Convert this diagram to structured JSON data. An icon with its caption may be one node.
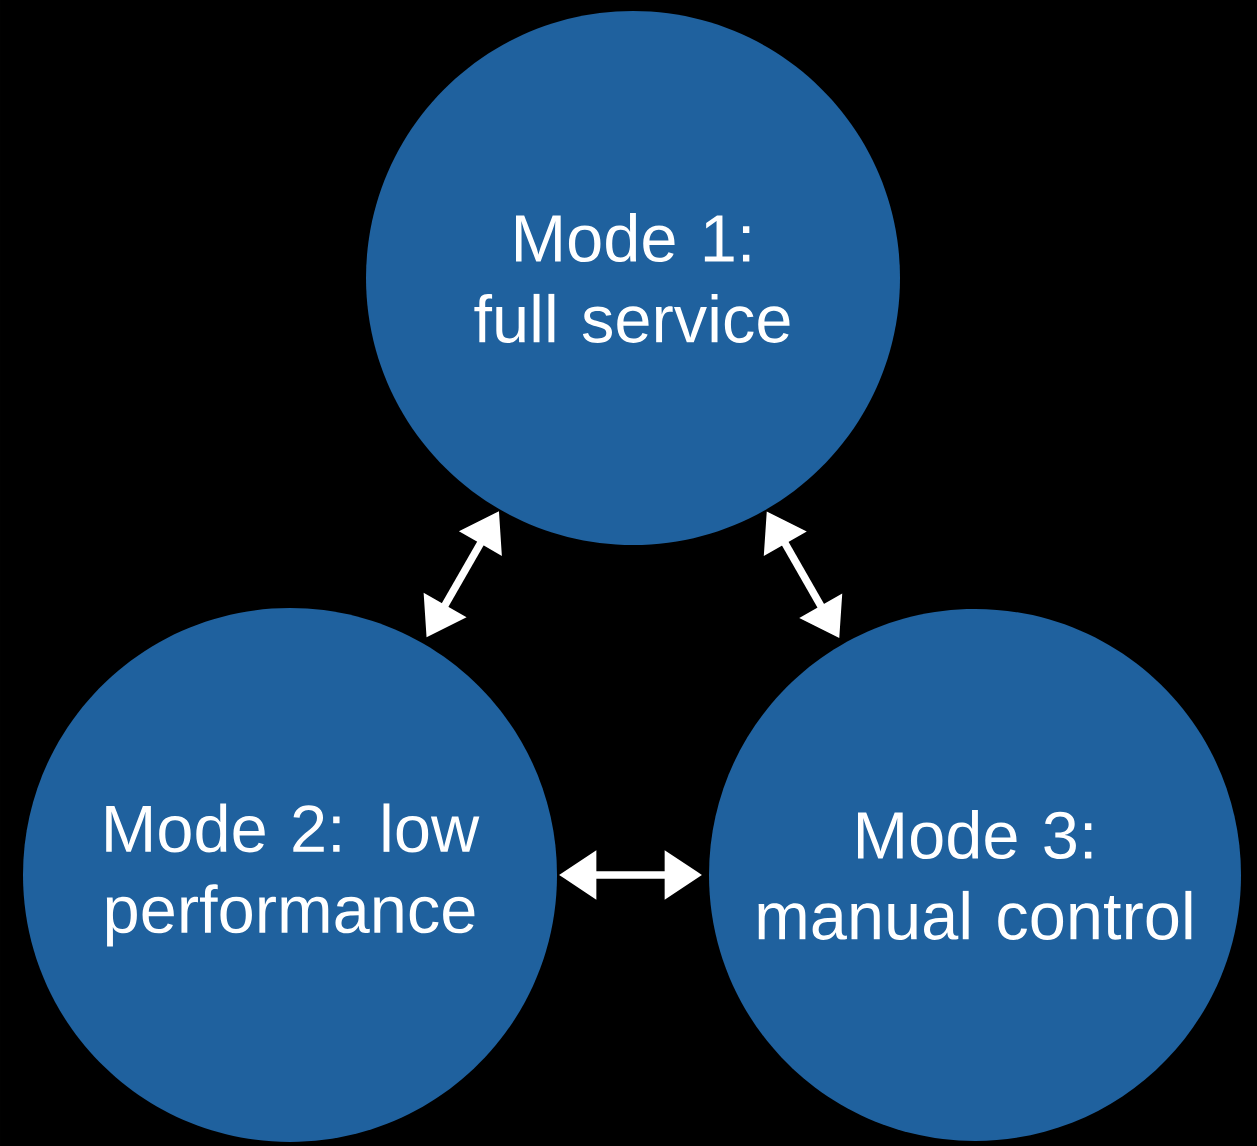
{
  "diagram": {
    "nodes": [
      {
        "text": [
          "Mode 1: full service"
        ]
      },
      {
        "text": [
          "Mode 2: low performance"
        ]
      },
      {
        "text": [
          "Mode 3: manual control"
        ]
      }
    ],
    "edges": [
      {
        "from": 0,
        "to": 1,
        "arrow": "both"
      },
      {
        "from": 0,
        "to": 2,
        "arrow": "both"
      },
      {
        "from": 1,
        "to": 2,
        "arrow": "both"
      }
    ]
  }
}
